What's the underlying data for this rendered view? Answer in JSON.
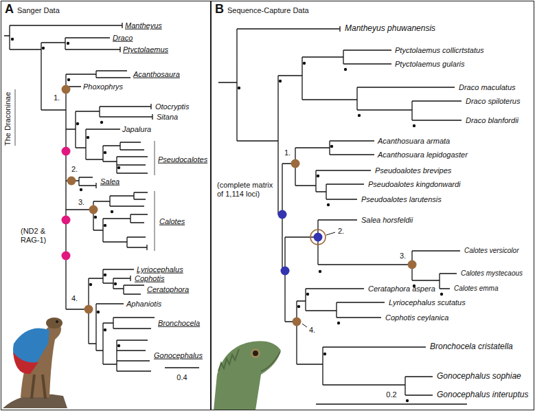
{
  "diagram": {
    "nodes": [
      {
        "text": [
          "A",
          "Sanger Data"
        ]
      },
      {
        "text": [
          "B",
          "Sequence-Capture Data"
        ]
      }
    ],
    "labels": [
      "Mantheyus",
      "Draco",
      "Ptyctolaemus",
      "Acanthosaura",
      "Phoxophrys",
      "Otocryptis",
      "Sitana",
      "Japalura",
      "Pseudocalotes",
      "Salea",
      "Calotes",
      "Lyriocephalus",
      "Cophotis",
      "Ceratophora",
      "Aphaniotis",
      "Bronchocela",
      "Gonocephalus",
      "The Draconinae",
      "(ND2 & RAG-1)",
      "1.",
      "2.",
      "3.",
      "4.",
      "0.4",
      "Mantheyus phuwanensis",
      "Ptyctolaemus collicrtstatus",
      "Ptyctolaemus gularis",
      "Draco maculatus",
      "Draco spiloterus",
      "Draco blanfordii",
      "Acanthosuara armata",
      "Acanthosuara lepidogaster",
      "Pseudoalotes brevipes",
      "Pseudoalotes kingdonwardi",
      "Pseudoalotes larutensis",
      "(complete matrix of 1,114 loci)",
      "Salea horsfeldii",
      "Calotes versicolor",
      "Calotes mystecaous",
      "Calotes emma",
      "Cerataphora aspera",
      "Lyriocephalus scutatus",
      "Cophotis ceylanica",
      "Bronchocela cristatella",
      "Gonocephalus sophiae",
      "Gonocephalus interuptus",
      "1.",
      "2.",
      "3.",
      "4.",
      "0.2"
    ]
  }
}
